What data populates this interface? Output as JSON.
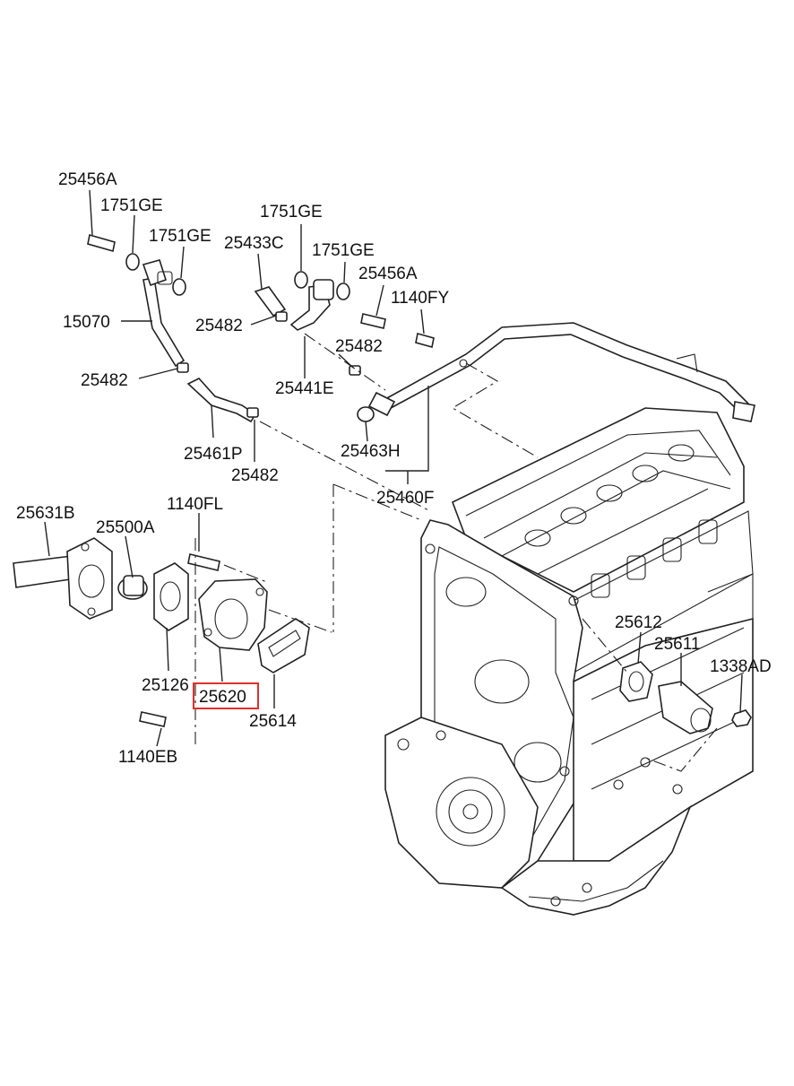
{
  "diagram": {
    "highlight_color": "#e0312b",
    "line_color": "#222222",
    "callouts": {
      "c25456A_top": "25456A",
      "c1751GE_a": "1751GE",
      "c1751GE_b": "1751GE",
      "c1751GE_c": "1751GE",
      "c1751GE_d": "1751GE",
      "c25433C": "25433C",
      "c25456A_mid": "25456A",
      "c1140FY": "1140FY",
      "c15070": "15070",
      "c25482_a": "25482",
      "c25482_b": "25482",
      "c25482_c": "25482",
      "c25482_d": "25482",
      "c25441E": "25441E",
      "c25461P": "25461P",
      "c25463H": "25463H",
      "c25460F": "25460F",
      "c25631B": "25631B",
      "c25500A": "25500A",
      "c1140FL": "1140FL",
      "c25126": "25126",
      "c25620": "25620",
      "c25614": "25614",
      "c1140EB": "1140EB",
      "c25612": "25612",
      "c25611": "25611",
      "c1338AD": "1338AD"
    }
  }
}
